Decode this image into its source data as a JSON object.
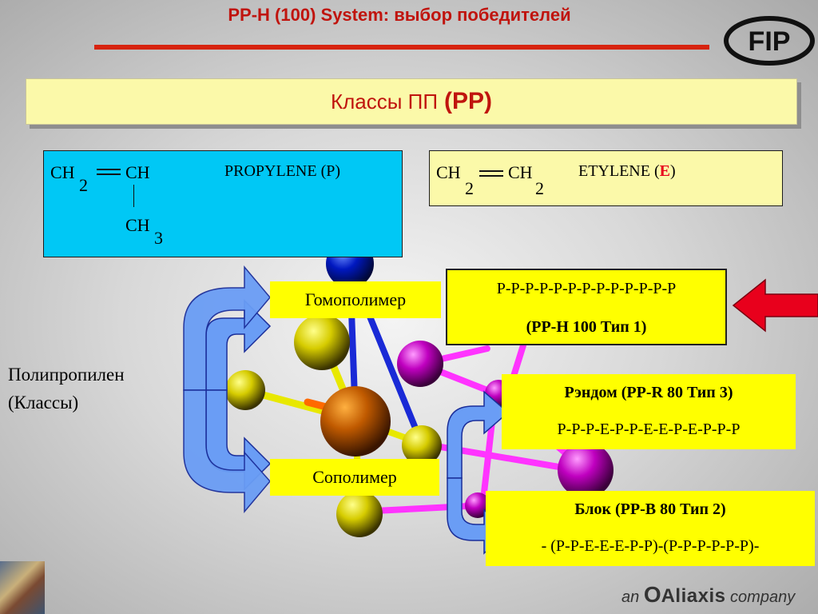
{
  "header": {
    "title": "PP-H (100) System: выбор победителей",
    "logo_text": "FIP"
  },
  "subtitle": {
    "prefix": "Классы ПП",
    "highlight": "(PP)"
  },
  "propylene": {
    "ch2": "CH",
    "sub2": "2",
    "ch": "CH",
    "ch3": "CH",
    "sub3": "3",
    "label": "PROPYLENE (P)"
  },
  "ethylene": {
    "ch2a": "CH",
    "sub2a": "2",
    "ch2b": "CH",
    "sub2b": "2",
    "label_prefix": "ETYLENE (",
    "label_letter": "E",
    "label_suffix": ")"
  },
  "homopolymer": {
    "label": "Гомополимер",
    "sequence": "P-P-P-P-P-P-P-P-P-P-P-P-P",
    "type": "(PP-H 100 Тип 1)"
  },
  "copolymer": {
    "label": "Сополимер"
  },
  "random": {
    "title": "Рэндом (PP-R 80 Тип 3)",
    "sequence": "P-P-P-E-P-P-E-E-P-E-P-P-P"
  },
  "block": {
    "title": "Блок (PP-B 80 Тип 2)",
    "sequence": "- (P-P-E-E-E-P-P)-(P-P-P-P-P-P)-"
  },
  "polypropylene": {
    "line1": "Полипропилен",
    "line2": "(Классы)"
  },
  "footer": {
    "prefix": "an",
    "o": "O",
    "brand": "Aliaxis",
    "suffix": "company"
  },
  "colors": {
    "title_red": "#c0140e",
    "cyan_box": "#00c8f5",
    "pale_yellow": "#fbf9a9",
    "yellow": "#ffff00",
    "arrow_blue": "#6a9df5",
    "red_arrow": "#e8001c"
  }
}
